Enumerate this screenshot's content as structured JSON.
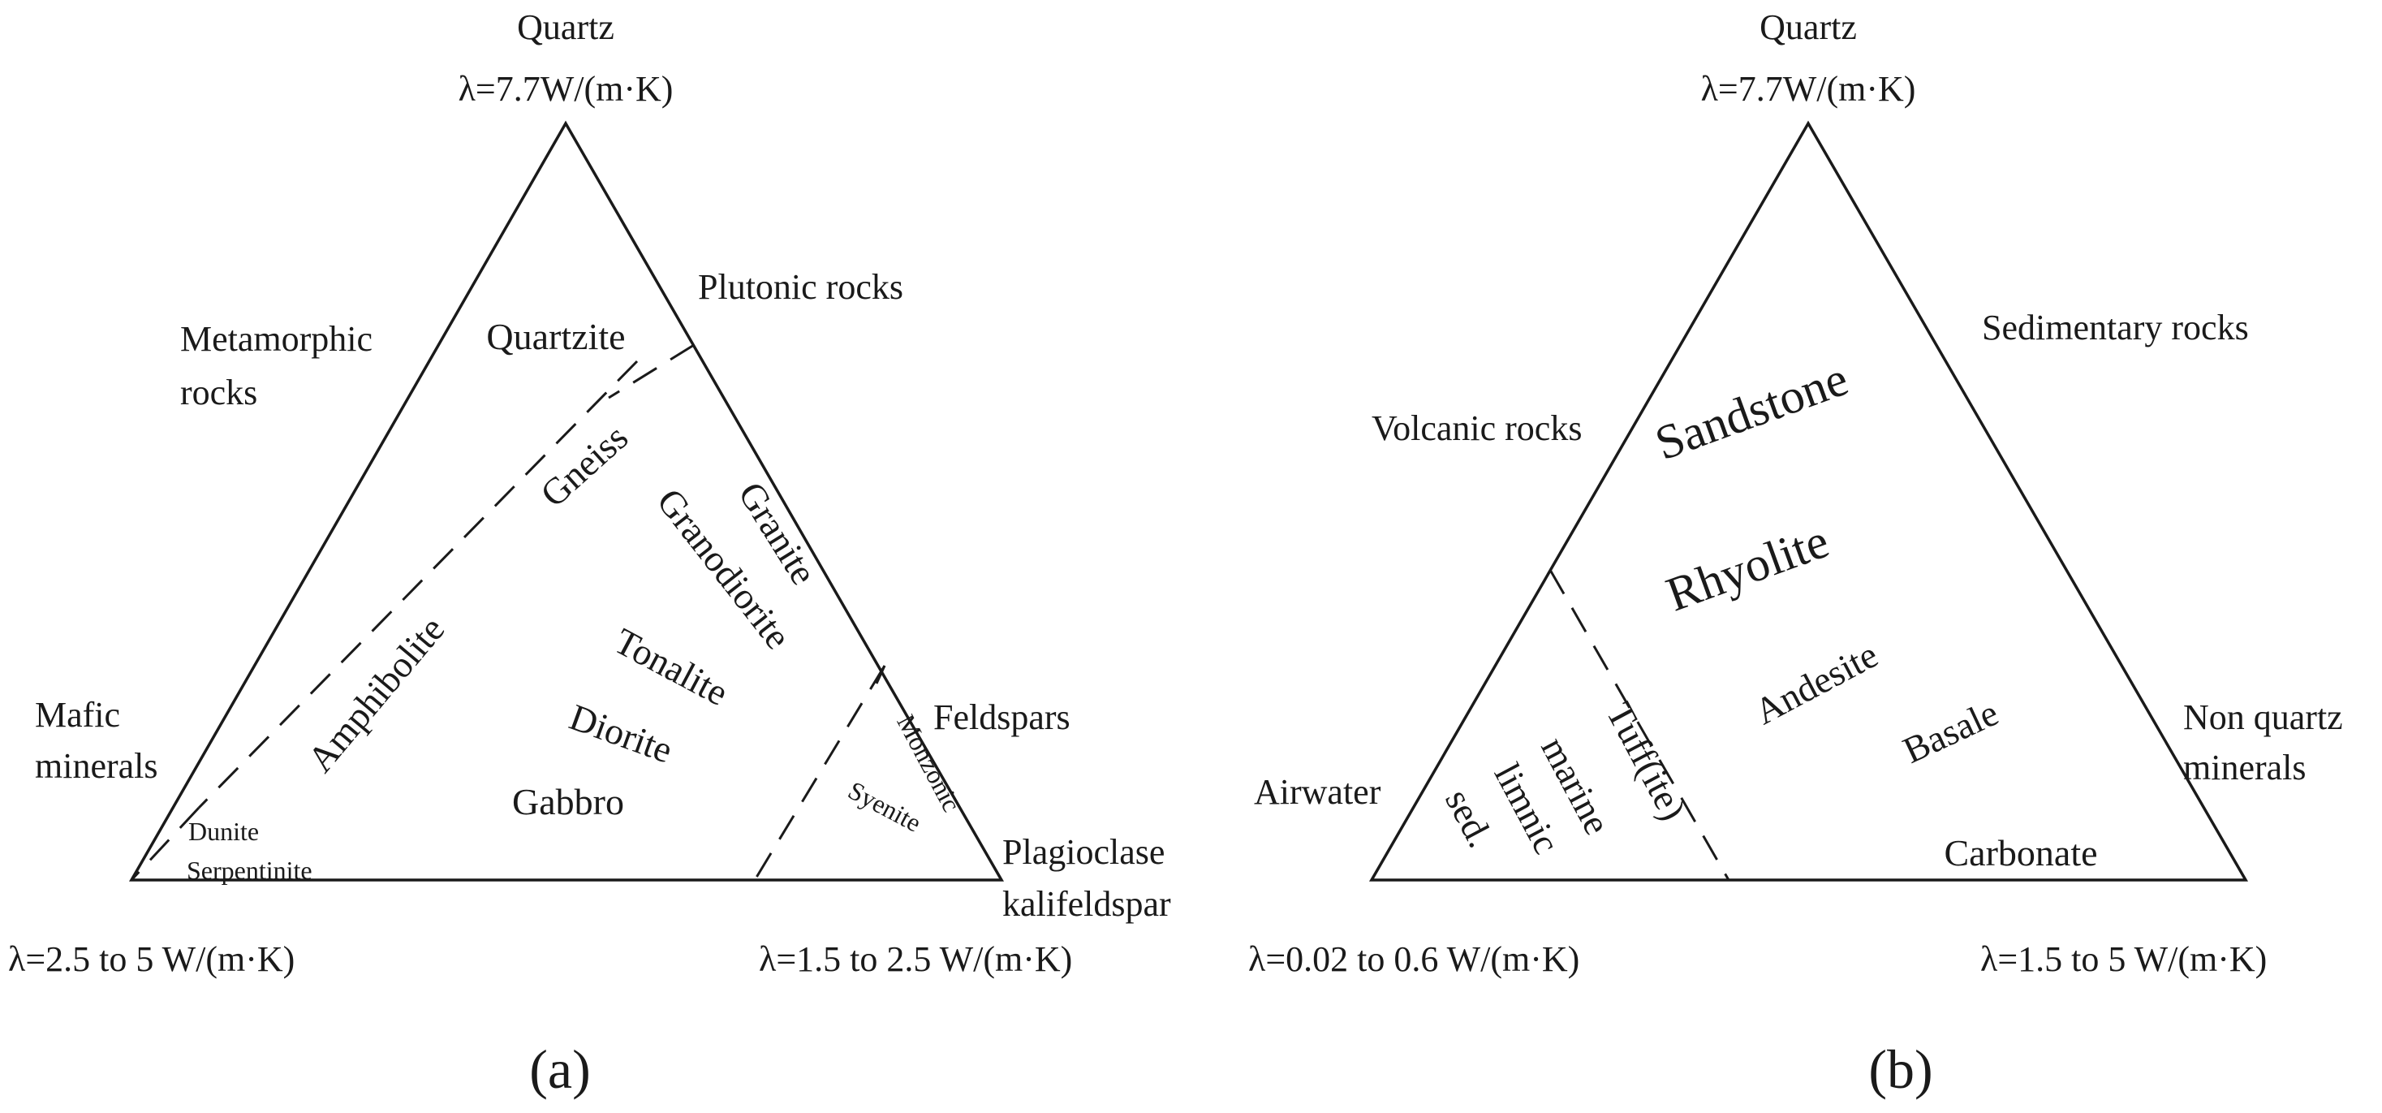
{
  "diagram_a": {
    "apex_top_name": "Quartz",
    "apex_top_lambda": "λ=7.7W/(m·K)",
    "apex_left_lambda": "λ=2.5 to 5 W/(m·K)",
    "apex_right_name_1": "Plagioclase",
    "apex_right_name_2": "kalifeldspar",
    "apex_right_lambda": "λ=1.5 to 2.5 W/(m·K)",
    "left_side_group_1": "Metamorphic",
    "left_side_group_2": "rocks",
    "right_side_group": "Plutonic rocks",
    "left_vertex_1": "Mafic",
    "left_vertex_2": "minerals",
    "right_edge_label": "Feldspars",
    "rocks": {
      "quartzite": "Quartzite",
      "gneiss": "Gneiss",
      "granite": "Granite",
      "granodiorite": "Granodiorite",
      "amphibolite": "Amphibolite",
      "tonalite": "Tonalite",
      "diorite": "Diorite",
      "gabbro": "Gabbro",
      "monzonic": "Monzonic",
      "syenite": "Syenite",
      "dunite": "Dunite",
      "serpentinite": "Serpentinite"
    },
    "caption": "(a)"
  },
  "diagram_b": {
    "apex_top_name": "Quartz",
    "apex_top_lambda": "λ=7.7W/(m·K)",
    "apex_left_lambda": "λ=0.02 to 0.6 W/(m·K)",
    "apex_right_lambda": "λ=1.5 to 5 W/(m·K)",
    "left_side_group": "Volcanic rocks",
    "right_side_group": "Sedimentary rocks",
    "left_vertex": "Airwater",
    "right_vertex_1": "Non quartz",
    "right_vertex_2": "minerals",
    "rocks": {
      "sandstone": "Sandstone",
      "rhyolite": "Rhyolite",
      "andesite": "Andesite",
      "basale": "Basale",
      "carbonate": "Carbonate",
      "tuffite": "Tuff(ite)",
      "marine": "marine",
      "limnic": "limnic",
      "sed": "sed."
    },
    "caption": "(b)"
  }
}
